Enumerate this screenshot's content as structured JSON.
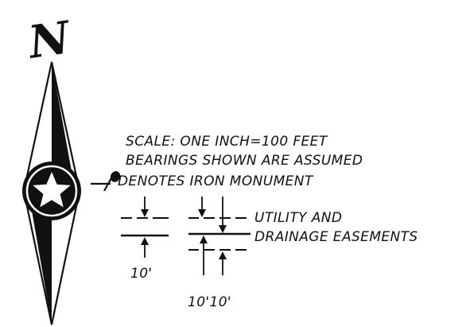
{
  "north_arrow": {
    "letter": "N"
  },
  "notes": {
    "scale": "SCALE: ONE INCH=100 FEET",
    "bearings": "BEARINGS SHOWN ARE ASSUMED",
    "monument": "DENOTES IRON MONUMENT"
  },
  "easement_legend": {
    "label_line1": "UTILITY AND",
    "label_line2": "DRAINAGE EASEMENTS",
    "dim_left": "10'",
    "dim_right": "10'10'"
  },
  "colors": {
    "ink": "#111111",
    "paper": "#ffffff"
  }
}
